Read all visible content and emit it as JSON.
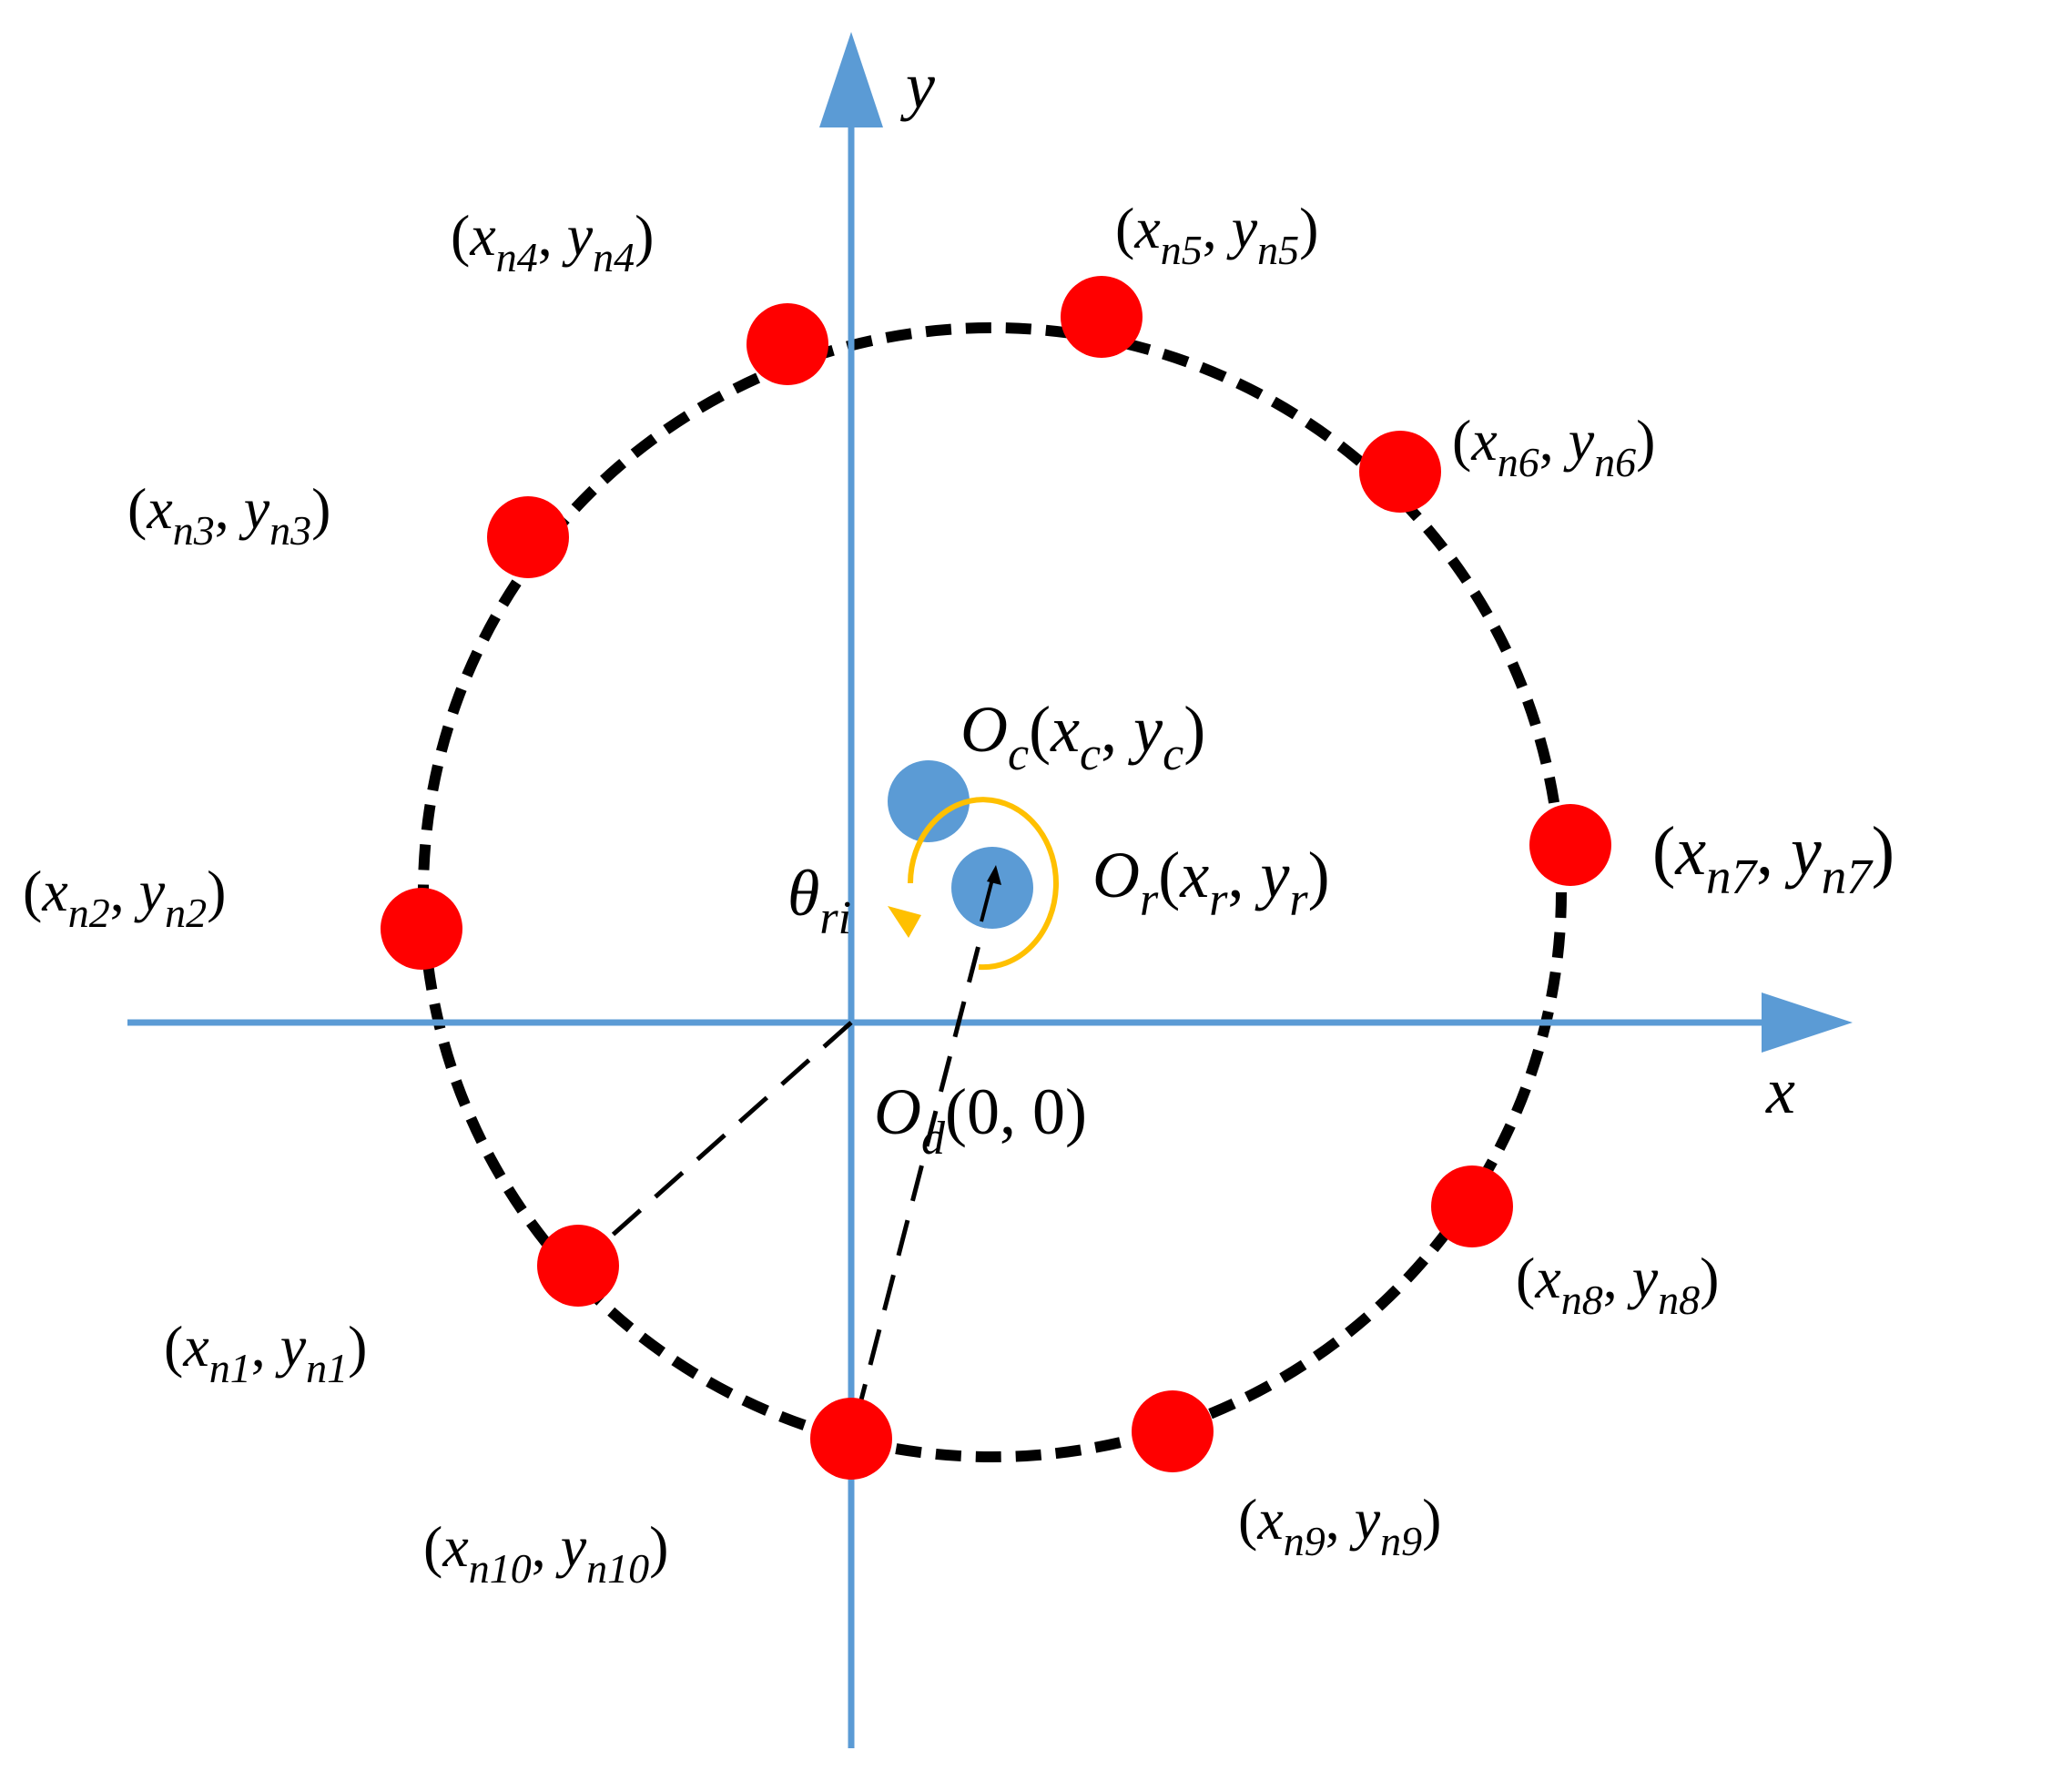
{
  "colors": {
    "axis": "#5B9BD5",
    "node": "#FF0000",
    "centroid": "#5B9BD5",
    "angle_arc": "#FFC000",
    "circle": "#000000"
  },
  "axes": {
    "x_label": "x",
    "y_label": "y",
    "origin_label": "O",
    "origin_sub": "d",
    "origin_coords": "(0, 0)"
  },
  "centroid_c": {
    "letter": "O",
    "sub": "c",
    "coords": [
      "(",
      "x",
      "c",
      ", ",
      "y",
      "c",
      ")"
    ]
  },
  "centroid_r": {
    "letter": "O",
    "sub": "r",
    "coords": [
      "(",
      "x",
      "r",
      ", ",
      "y",
      "r",
      ")"
    ]
  },
  "angle": {
    "symbol": "θ",
    "sub": "ri"
  },
  "nodes": [
    {
      "id": "n1",
      "x": "x",
      "y": "y",
      "sub": "n1"
    },
    {
      "id": "n2",
      "x": "x",
      "y": "y",
      "sub": "n2"
    },
    {
      "id": "n3",
      "x": "x",
      "y": "y",
      "sub": "n3"
    },
    {
      "id": "n4",
      "x": "x",
      "y": "y",
      "sub": "n4"
    },
    {
      "id": "n5",
      "x": "x",
      "y": "y",
      "sub": "n5"
    },
    {
      "id": "n6",
      "x": "x",
      "y": "y",
      "sub": "n6"
    },
    {
      "id": "n7",
      "x": "x",
      "y": "y",
      "sub": "n7"
    },
    {
      "id": "n8",
      "x": "x",
      "y": "y",
      "sub": "n8"
    },
    {
      "id": "n9",
      "x": "x",
      "y": "y",
      "sub": "n9"
    },
    {
      "id": "n10",
      "x": "x",
      "y": "y",
      "sub": "n10"
    }
  ]
}
